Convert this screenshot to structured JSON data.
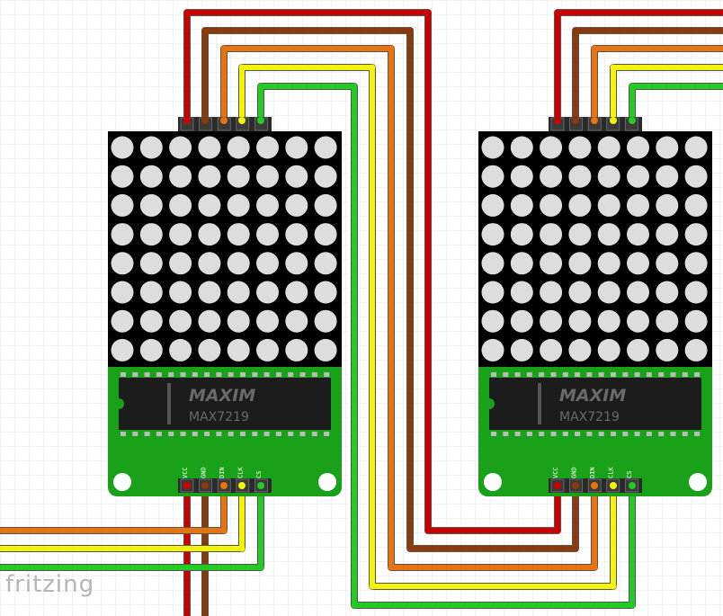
{
  "watermark": "fritzing",
  "colors": {
    "vcc": "#cc0000",
    "gnd": "#8b3a0a",
    "din": "#e8730f",
    "clk": "#f2f20a",
    "cs": "#22cc22",
    "board": "#1aa11a",
    "matrix_bg": "#000000",
    "led": "#dddddd",
    "chip": "#1c1c1c"
  },
  "modules": [
    {
      "chip_brand": "MAXIM",
      "chip_model": "MAX7219",
      "pin_labels": [
        "VCC",
        "GND",
        "DIN",
        "CLK",
        "CS"
      ],
      "matrix": {
        "rows": 8,
        "cols": 8
      }
    },
    {
      "chip_brand": "MAXIM",
      "chip_model": "MAX7219",
      "pin_labels": [
        "VCC",
        "GND",
        "DIN",
        "CLK",
        "CS"
      ],
      "matrix": {
        "rows": 8,
        "cols": 8
      }
    }
  ]
}
